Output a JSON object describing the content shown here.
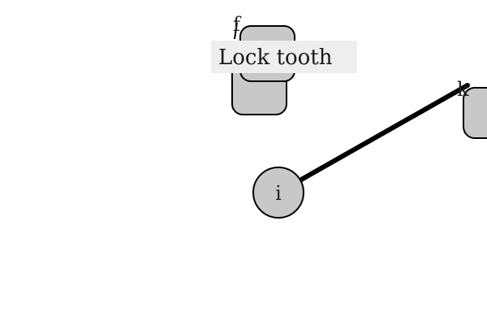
{
  "diagram": {
    "nodes": [
      {
        "id": "f",
        "label": "f",
        "shape": "rounded-rect"
      },
      {
        "id": "i",
        "label": "i",
        "shape": "circle"
      },
      {
        "id": "k",
        "label": "k",
        "shape": "rounded-rect"
      }
    ],
    "edges": [
      {
        "from": "i",
        "to": "k"
      }
    ],
    "tooltip": {
      "text": "Lock tooth"
    }
  },
  "colors": {
    "node_fill": "#c8c8c8",
    "node_stroke": "#000000",
    "edge": "#000000",
    "tooltip_bg": "#eeeeee"
  }
}
